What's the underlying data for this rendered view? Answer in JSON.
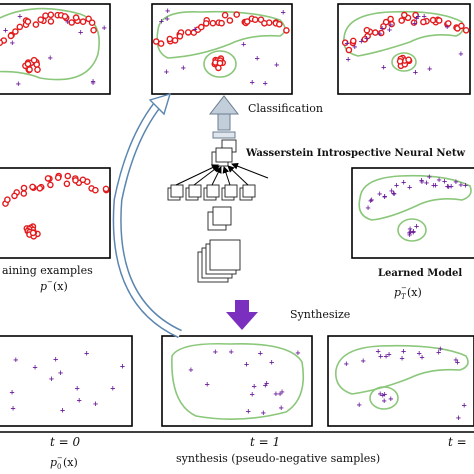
{
  "labels": {
    "classification": "Classification",
    "network": "Wasserstein Introspective Neural Netw",
    "synthesize": "Synthesize",
    "training_examples": "aining examples",
    "training_formula_p": "p",
    "training_formula_sup": "−",
    "training_formula_arg": "(x)",
    "learned_model": "Learned Model",
    "learned_formula_p": "p",
    "learned_formula_sub": "T",
    "learned_formula_sup": "−",
    "learned_formula_arg": "(x)",
    "axis_t0": "t = 0",
    "axis_t0_formula_p": "p",
    "axis_t0_formula_sub": "0",
    "axis_t0_formula_sup": "−",
    "axis_t0_formula_arg": "(x)",
    "axis_t1": "t = 1",
    "axis_tT": "t =",
    "synthesis_caption": "synthesis (pseudo-negative samples)"
  },
  "colors": {
    "positive_samples": "#e31a1c",
    "negative_samples": "#6a1b9a",
    "model_boundary": "#8bc77a",
    "cnn_arrow": "#7b2fbf",
    "classification_arrow": "#a9b9c9",
    "curved_arrow": "#5b86b0"
  }
}
